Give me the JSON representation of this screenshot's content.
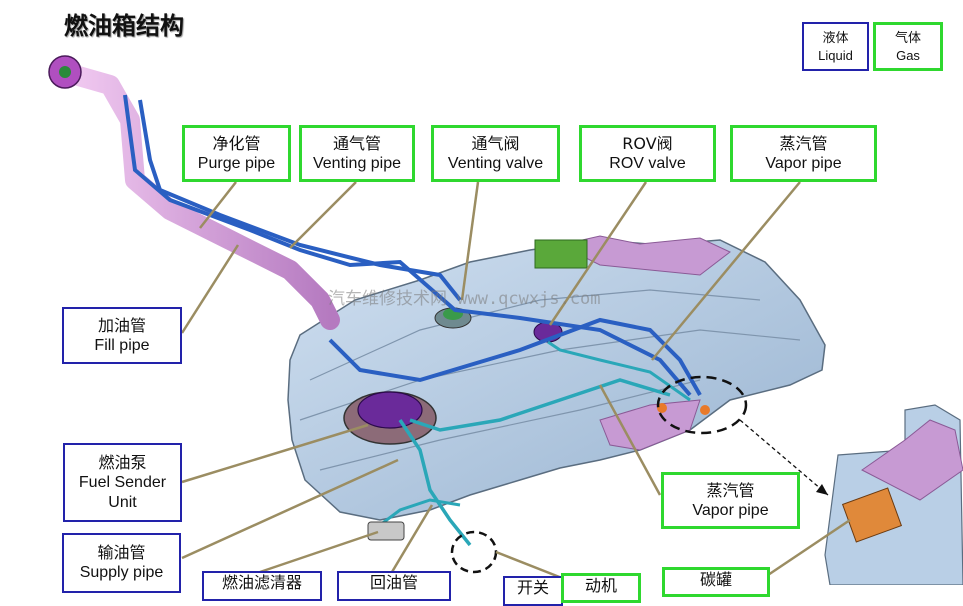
{
  "title": "燃油箱结构",
  "legend": {
    "liquid": {
      "zh": "液体",
      "en": "Liquid"
    },
    "gas": {
      "zh": "气体",
      "en": "Gas"
    }
  },
  "labels": {
    "purge": {
      "zh": "净化管",
      "en": "Purge pipe"
    },
    "venting_pipe": {
      "zh": "通气管",
      "en": "Venting pipe"
    },
    "venting_valve": {
      "zh": "通气阀",
      "en": "Venting valve"
    },
    "rov": {
      "zh": "ROV阀",
      "en": "ROV valve"
    },
    "vapor_top": {
      "zh": "蒸汽管",
      "en": "Vapor pipe"
    },
    "fill": {
      "zh": "加油管",
      "en": "Fill pipe"
    },
    "sender": {
      "zh": "燃油泵",
      "en1": "Fuel Sender",
      "en2": "Unit"
    },
    "vapor_mid": {
      "zh": "蒸汽管",
      "en": "Vapor pipe"
    },
    "supply": {
      "zh": "输油管",
      "en": "Supply pipe"
    },
    "filter": {
      "zh": "燃油滤清器"
    },
    "return": {
      "zh": "回油管"
    },
    "valve": {
      "zh": "开关"
    },
    "pump": {
      "zh": "动机"
    },
    "canister": {
      "zh": "碳罐"
    }
  },
  "watermark": "汽车维修技术网 www.qcwxjs.com",
  "colors": {
    "liquid_pipe": "#2aa7b8",
    "gas_pipe": "#2a5fc2",
    "tank": "#b9cfe6",
    "fill_pipe": "#d9a6e0",
    "label_green": "#2fd82f",
    "label_blue": "#2222aa"
  }
}
